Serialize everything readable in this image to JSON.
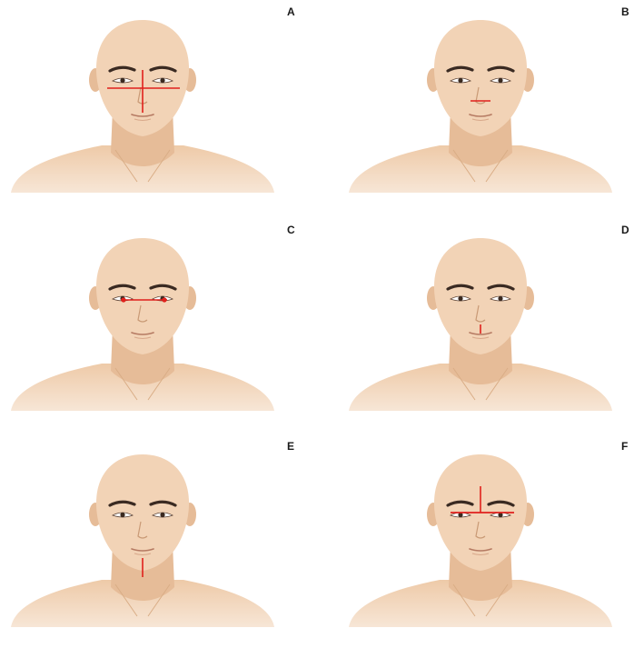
{
  "panels": [
    {
      "id": "a",
      "label": "A",
      "marker": "forehead-nose-cross"
    },
    {
      "id": "b",
      "label": "B",
      "marker": "under-nose-horizontal"
    },
    {
      "id": "c",
      "label": "C",
      "marker": "eye-line-horizontal"
    },
    {
      "id": "d",
      "label": "D",
      "marker": "philtrum-vertical"
    },
    {
      "id": "e",
      "label": "E",
      "marker": "chin-vertical"
    },
    {
      "id": "f",
      "label": "F",
      "marker": "brow-line-cross"
    }
  ],
  "colors": {
    "skin": "#f2d3b6",
    "skin_shade": "#e6bc98",
    "shoulder": "#eecaa8",
    "brow": "#3a2a22",
    "marker": "#e0201c"
  }
}
